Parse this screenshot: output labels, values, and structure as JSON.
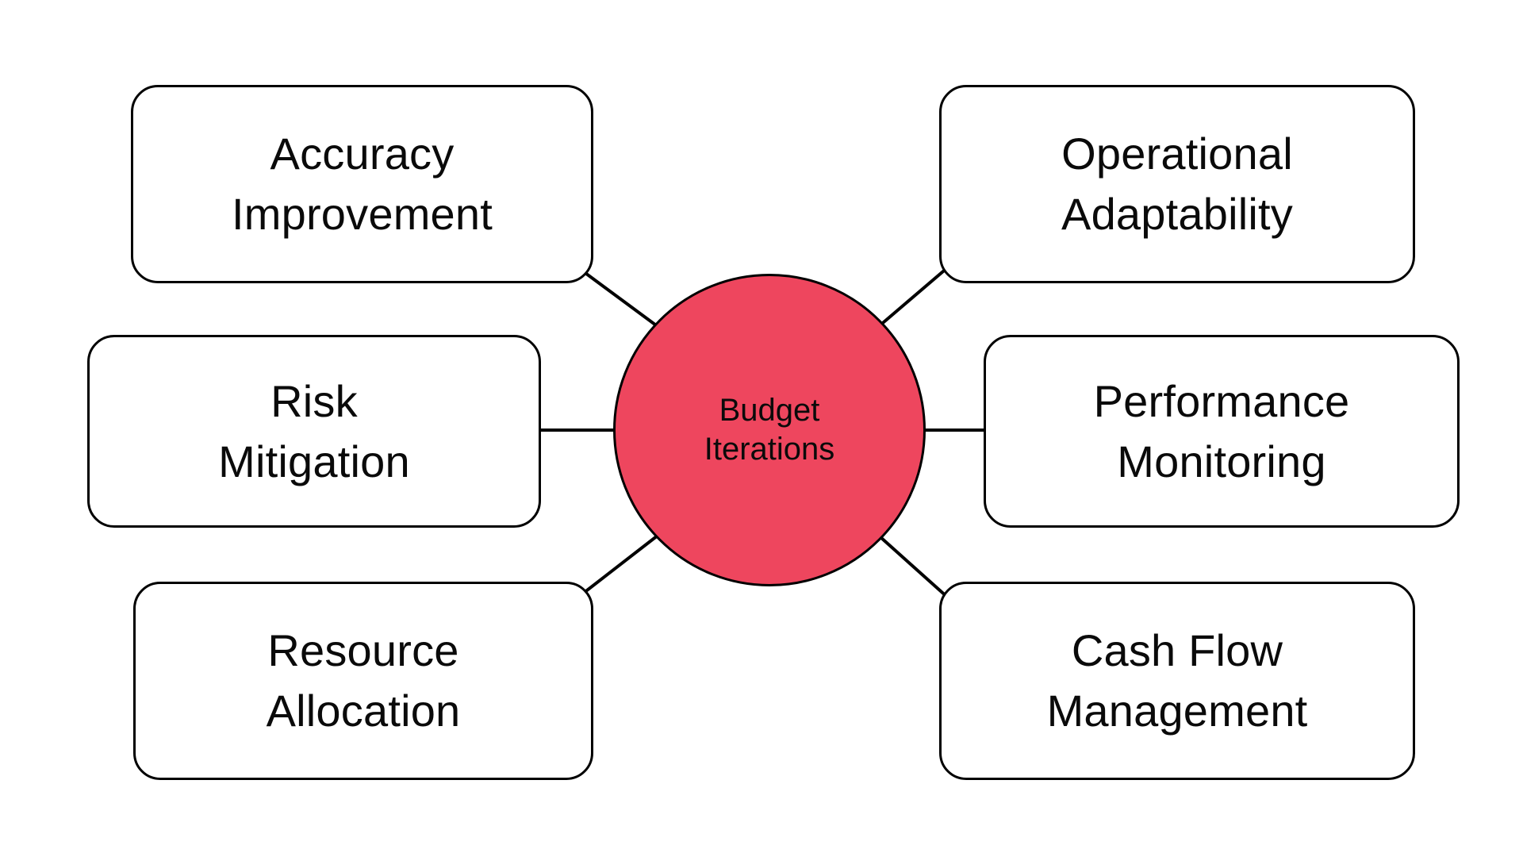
{
  "diagram": {
    "type": "hub-and-spoke",
    "title": "Budget Iterations",
    "background_color": "#ffffff",
    "center": {
      "label": "Budget\nIterations",
      "label_line_1": "Budget",
      "label_line_2": "Iterations",
      "shape": "circle",
      "fill_color": "#EE465E",
      "border_color": "#000000",
      "text_color": "#0a0a0a"
    },
    "node_style": {
      "shape": "rounded-rectangle",
      "fill_color": "#ffffff",
      "border_color": "#000000",
      "text_color": "#0a0a0a"
    },
    "connector_color": "#000000",
    "nodes": [
      {
        "id": "accuracy-improvement",
        "label": "Accuracy\nImprovement",
        "line_1": "Accuracy",
        "line_2": "Improvement",
        "side": "left",
        "position": "top",
        "connector": "diagonal"
      },
      {
        "id": "risk-mitigation",
        "label": "Risk\nMitigation",
        "line_1": "Risk",
        "line_2": "Mitigation",
        "side": "left",
        "position": "middle",
        "connector": "horizontal"
      },
      {
        "id": "resource-allocation",
        "label": "Resource\nAllocation",
        "line_1": "Resource",
        "line_2": "Allocation",
        "side": "left",
        "position": "bottom",
        "connector": "diagonal"
      },
      {
        "id": "operational-adaptability",
        "label": "Operational\nAdaptability",
        "line_1": "Operational",
        "line_2": "Adaptability",
        "side": "right",
        "position": "top",
        "connector": "diagonal"
      },
      {
        "id": "performance-monitoring",
        "label": "Performance\nMonitoring",
        "line_1": "Performance",
        "line_2": "Monitoring",
        "side": "right",
        "position": "middle",
        "connector": "horizontal"
      },
      {
        "id": "cash-flow-management",
        "label": "Cash Flow\nManagement",
        "line_1": "Cash Flow",
        "line_2": "Management",
        "side": "right",
        "position": "bottom",
        "connector": "diagonal"
      }
    ]
  }
}
